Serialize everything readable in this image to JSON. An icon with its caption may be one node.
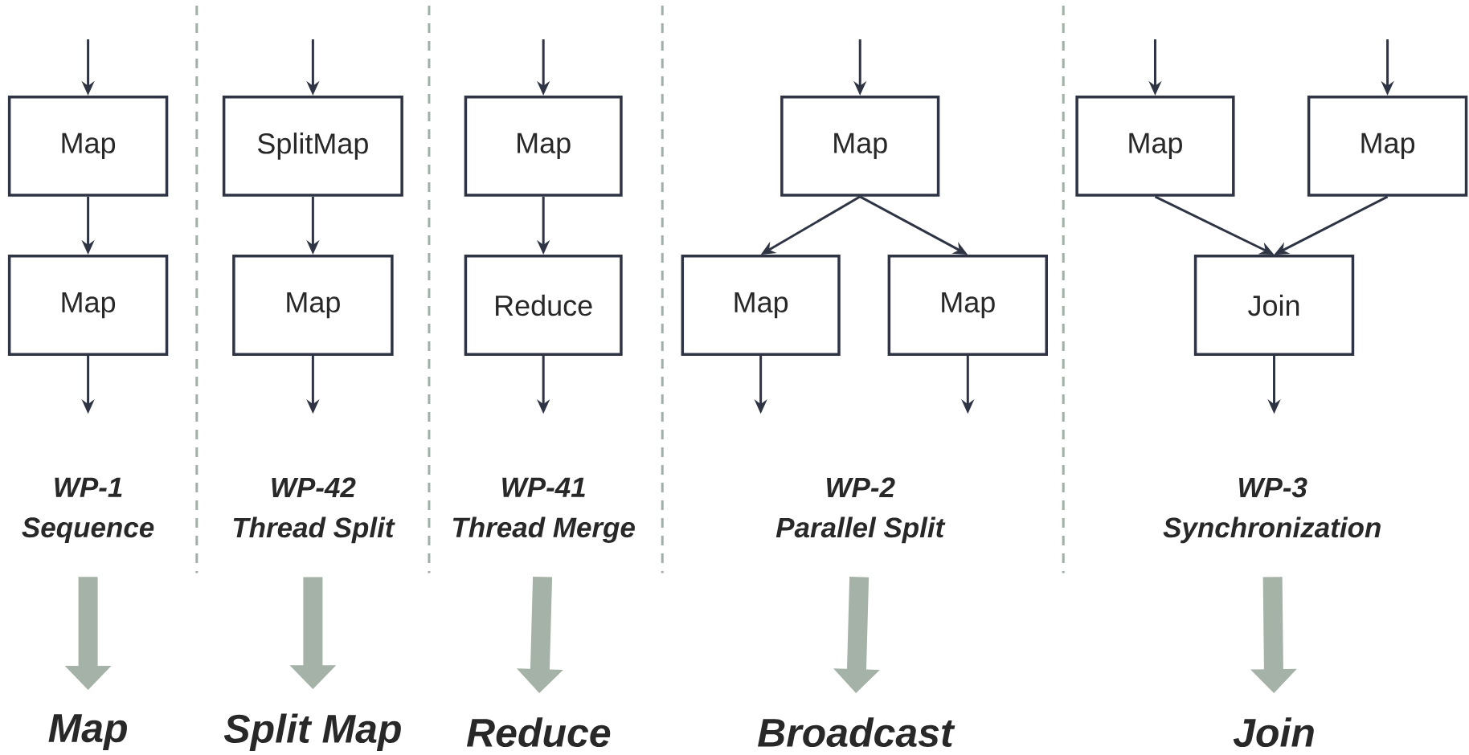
{
  "diagram": {
    "nodes": [
      {
        "text": [
          "Map"
        ]
      },
      {
        "text": [
          "Map"
        ]
      },
      {
        "text": [
          "SplitMap"
        ]
      },
      {
        "text": [
          "Map"
        ]
      },
      {
        "text": [
          "Map"
        ]
      },
      {
        "text": [
          "Reduce"
        ]
      },
      {
        "text": [
          "Map"
        ]
      },
      {
        "text": [
          "Map"
        ]
      },
      {
        "text": [
          "Map"
        ]
      },
      {
        "text": [
          "Map"
        ]
      },
      {
        "text": [
          "Map"
        ]
      },
      {
        "text": [
          "Join"
        ]
      },
      {
        "text": [
          "WP-1",
          "Sequence"
        ]
      },
      {
        "text": [
          "WP-42",
          "Thread Split"
        ]
      },
      {
        "text": [
          "WP-41",
          "Thread Merge"
        ]
      },
      {
        "text": [
          "WP-2",
          "Parallel Split"
        ]
      },
      {
        "text": [
          "WP-3",
          "Synchronization"
        ]
      },
      {
        "text": [
          "Map"
        ]
      },
      {
        "text": [
          "Split Map"
        ]
      },
      {
        "text": [
          "Reduce"
        ]
      },
      {
        "text": [
          "Broadcast"
        ]
      },
      {
        "text": [
          "Join"
        ]
      }
    ],
    "edges": [
      {
        "from": null,
        "to": 0,
        "arrow": "to"
      },
      {
        "from": 0,
        "to": 1,
        "arrow": "to"
      },
      {
        "from": 1,
        "to": null,
        "arrow": "to"
      },
      {
        "from": null,
        "to": 2,
        "arrow": "to"
      },
      {
        "from": 2,
        "to": 3,
        "arrow": "to"
      },
      {
        "from": 3,
        "to": null,
        "arrow": "to"
      },
      {
        "from": null,
        "to": 4,
        "arrow": "to"
      },
      {
        "from": 4,
        "to": 5,
        "arrow": "to"
      },
      {
        "from": 5,
        "to": null,
        "arrow": "to"
      },
      {
        "from": null,
        "to": 6,
        "arrow": "to"
      },
      {
        "from": 6,
        "to": 7,
        "arrow": "to"
      },
      {
        "from": 6,
        "to": 8,
        "arrow": "to"
      },
      {
        "from": 7,
        "to": null,
        "arrow": "to"
      },
      {
        "from": 8,
        "to": null,
        "arrow": "to"
      },
      {
        "from": null,
        "to": 9,
        "arrow": "to"
      },
      {
        "from": null,
        "to": 10,
        "arrow": "to"
      },
      {
        "from": 9,
        "to": 11,
        "arrow": "to"
      },
      {
        "from": 10,
        "to": 11,
        "arrow": "to"
      },
      {
        "from": 11,
        "to": null,
        "arrow": "to"
      },
      {
        "from": 12,
        "to": 17,
        "arrow": "to",
        "style": "thick",
        "color": "#a4b2a7"
      },
      {
        "from": 13,
        "to": 18,
        "arrow": "to",
        "style": "thick",
        "color": "#a4b2a7"
      },
      {
        "from": 14,
        "to": 19,
        "arrow": "to",
        "style": "thick",
        "color": "#a4b2a7"
      },
      {
        "from": 15,
        "to": 20,
        "arrow": "to",
        "style": "thick",
        "color": "#a4b2a7"
      },
      {
        "from": 16,
        "to": 21,
        "arrow": "to",
        "style": "thick",
        "color": "#a4b2a7"
      }
    ]
  }
}
